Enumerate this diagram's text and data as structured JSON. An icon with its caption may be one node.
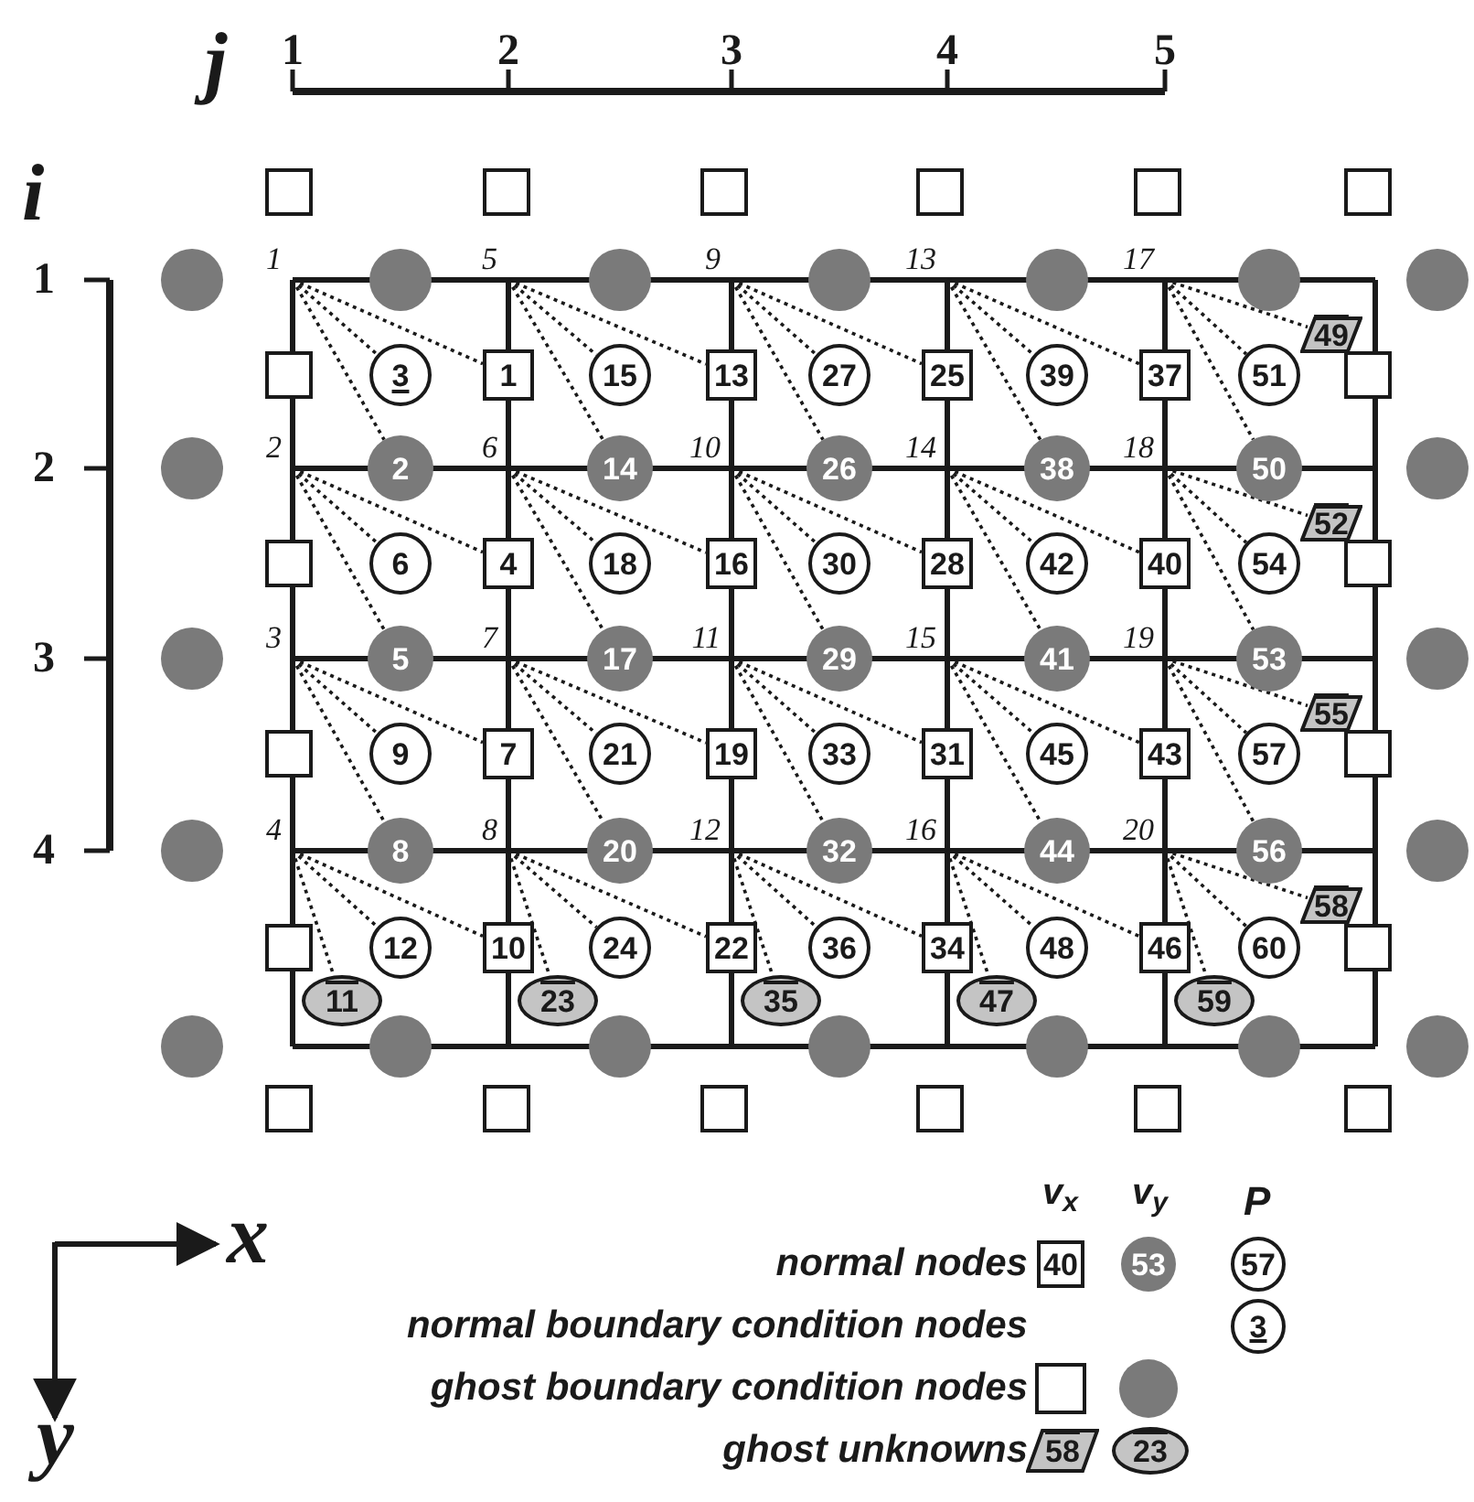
{
  "diagram": {
    "nodes": [
      {
        "text": [
          "1"
        ]
      },
      {
        "text": [
          "2"
        ]
      },
      {
        "text": [
          "3"
        ]
      },
      {
        "text": [
          "4"
        ]
      },
      {
        "text": [
          "5"
        ]
      },
      {
        "text": [
          "6"
        ]
      },
      {
        "text": [
          "7"
        ]
      },
      {
        "text": [
          "8"
        ]
      },
      {
        "text": [
          "9"
        ]
      },
      {
        "text": [
          "10"
        ]
      },
      {
        "text": [
          "11"
        ]
      },
      {
        "text": [
          "12"
        ]
      },
      {
        "text": [
          "13"
        ]
      },
      {
        "text": [
          "14"
        ]
      },
      {
        "text": [
          "15"
        ]
      },
      {
        "text": [
          "16"
        ]
      },
      {
        "text": [
          "17"
        ]
      },
      {
        "text": [
          "18"
        ]
      },
      {
        "text": [
          "19"
        ]
      },
      {
        "text": [
          "20"
        ]
      },
      {
        "text": [
          "1"
        ]
      },
      {
        "text": [
          "2"
        ]
      },
      {
        "text": [
          "3"
        ]
      },
      {
        "text": [
          "4"
        ]
      },
      {
        "text": [
          "5"
        ]
      },
      {
        "text": [
          "6"
        ]
      },
      {
        "text": [
          "7"
        ]
      },
      {
        "text": [
          "8"
        ]
      },
      {
        "text": [
          "9"
        ]
      },
      {
        "text": [
          "10"
        ]
      },
      {
        "text": [
          "11"
        ]
      },
      {
        "text": [
          "12"
        ]
      },
      {
        "text": [
          "13"
        ]
      },
      {
        "text": [
          "14"
        ]
      },
      {
        "text": [
          "15"
        ]
      },
      {
        "text": [
          "16"
        ]
      },
      {
        "text": [
          "17"
        ]
      },
      {
        "text": [
          "18"
        ]
      },
      {
        "text": [
          "19"
        ]
      },
      {
        "text": [
          "20"
        ]
      },
      {
        "text": [
          "21"
        ]
      },
      {
        "text": [
          "22"
        ]
      },
      {
        "text": [
          "23"
        ]
      },
      {
        "text": [
          "24"
        ]
      },
      {
        "text": [
          "25"
        ]
      },
      {
        "text": [
          "26"
        ]
      },
      {
        "text": [
          "27"
        ]
      },
      {
        "text": [
          "28"
        ]
      },
      {
        "text": [
          "29"
        ]
      },
      {
        "text": [
          "30"
        ]
      },
      {
        "text": [
          "31"
        ]
      },
      {
        "text": [
          "32"
        ]
      },
      {
        "text": [
          "33"
        ]
      },
      {
        "text": [
          "34"
        ]
      },
      {
        "text": [
          "35"
        ]
      },
      {
        "text": [
          "36"
        ]
      },
      {
        "text": [
          "37"
        ]
      },
      {
        "text": [
          "38"
        ]
      },
      {
        "text": [
          "39"
        ]
      },
      {
        "text": [
          "40"
        ]
      },
      {
        "text": [
          "41"
        ]
      },
      {
        "text": [
          "42"
        ]
      },
      {
        "text": [
          "43"
        ]
      },
      {
        "text": [
          "44"
        ]
      },
      {
        "text": [
          "45"
        ]
      },
      {
        "text": [
          "46"
        ]
      },
      {
        "text": [
          "47"
        ]
      },
      {
        "text": [
          "48"
        ]
      },
      {
        "text": [
          "49"
        ]
      },
      {
        "text": [
          "50"
        ]
      },
      {
        "text": [
          "51"
        ]
      },
      {
        "text": [
          "52"
        ]
      },
      {
        "text": [
          "53"
        ]
      },
      {
        "text": [
          "54"
        ]
      },
      {
        "text": [
          "55"
        ]
      },
      {
        "text": [
          "56"
        ]
      },
      {
        "text": [
          "57"
        ]
      },
      {
        "text": [
          "58"
        ]
      },
      {
        "text": [
          "59"
        ]
      },
      {
        "text": [
          "60"
        ]
      },
      {
        "text": [],
        "shape": "box"
      },
      {
        "text": [],
        "shape": "box"
      },
      {
        "text": [],
        "shape": "box"
      },
      {
        "text": [],
        "shape": "box"
      },
      {
        "text": [],
        "shape": "box"
      },
      {
        "text": [],
        "shape": "box"
      },
      {
        "text": [],
        "shape": "box"
      },
      {
        "text": [],
        "shape": "box"
      },
      {
        "text": [],
        "shape": "box"
      },
      {
        "text": [],
        "shape": "box"
      },
      {
        "text": [],
        "shape": "box"
      },
      {
        "text": [],
        "shape": "box"
      },
      {
        "text": [],
        "shape": "box"
      },
      {
        "text": [],
        "shape": "box"
      },
      {
        "text": [],
        "shape": "box"
      },
      {
        "text": [],
        "shape": "box"
      },
      {
        "text": [],
        "shape": "box"
      },
      {
        "text": [],
        "shape": "box"
      },
      {
        "text": [],
        "shape": "box"
      },
      {
        "text": [],
        "shape": "box"
      },
      {
        "text": [],
        "shape": "circle"
      },
      {
        "text": [],
        "shape": "circle"
      },
      {
        "text": [],
        "shape": "circle"
      },
      {
        "text": [],
        "shape": "circle"
      },
      {
        "text": [],
        "shape": "circle"
      },
      {
        "text": [],
        "shape": "circle"
      },
      {
        "text": [],
        "shape": "circle"
      },
      {
        "text": [],
        "shape": "circle"
      },
      {
        "text": [],
        "shape": "circle"
      },
      {
        "text": [],
        "shape": "circle"
      },
      {
        "text": [],
        "shape": "circle"
      },
      {
        "text": [],
        "shape": "circle"
      },
      {
        "text": [],
        "shape": "circle"
      },
      {
        "text": [],
        "shape": "circle"
      },
      {
        "text": [],
        "shape": "circle"
      },
      {
        "text": [],
        "shape": "circle"
      },
      {
        "text": [],
        "shape": "circle"
      },
      {
        "text": [],
        "shape": "circle"
      },
      {
        "text": [],
        "shape": "circle"
      },
      {
        "text": [],
        "shape": "circle"
      }
    ],
    "edges": [
      {
        "from": 0,
        "to": 20,
        "arrow": "none",
        "style": "dashed"
      },
      {
        "from": 0,
        "to": 21,
        "arrow": "none",
        "style": "dashed"
      },
      {
        "from": 0,
        "to": 22,
        "arrow": "none",
        "style": "dashed"
      },
      {
        "from": 1,
        "to": 23,
        "arrow": "none",
        "style": "dashed"
      },
      {
        "from": 1,
        "to": 24,
        "arrow": "none",
        "style": "dashed"
      },
      {
        "from": 1,
        "to": 25,
        "arrow": "none",
        "style": "dashed"
      },
      {
        "from": 2,
        "to": 26,
        "arrow": "none",
        "style": "dashed"
      },
      {
        "from": 2,
        "to": 27,
        "arrow": "none",
        "style": "dashed"
      },
      {
        "from": 2,
        "to": 28,
        "arrow": "none",
        "style": "dashed"
      },
      {
        "from": 3,
        "to": 29,
        "arrow": "none",
        "style": "dashed"
      },
      {
        "from": 3,
        "to": 30,
        "arrow": "none",
        "style": "dashed"
      },
      {
        "from": 3,
        "to": 31,
        "arrow": "none",
        "style": "dashed"
      },
      {
        "from": 4,
        "to": 32,
        "arrow": "none",
        "style": "dashed"
      },
      {
        "from": 4,
        "to": 33,
        "arrow": "none",
        "style": "dashed"
      },
      {
        "from": 4,
        "to": 34,
        "arrow": "none",
        "style": "dashed"
      },
      {
        "from": 5,
        "to": 35,
        "arrow": "none",
        "style": "dashed"
      },
      {
        "from": 5,
        "to": 36,
        "arrow": "none",
        "style": "dashed"
      },
      {
        "from": 5,
        "to": 37,
        "arrow": "none",
        "style": "dashed"
      },
      {
        "from": 6,
        "to": 38,
        "arrow": "none",
        "style": "dashed"
      },
      {
        "from": 6,
        "to": 39,
        "arrow": "none",
        "style": "dashed"
      },
      {
        "from": 6,
        "to": 40,
        "arrow": "none",
        "style": "dashed"
      },
      {
        "from": 7,
        "to": 41,
        "arrow": "none",
        "style": "dashed"
      },
      {
        "from": 7,
        "to": 42,
        "arrow": "none",
        "style": "dashed"
      },
      {
        "from": 7,
        "to": 43,
        "arrow": "none",
        "style": "dashed"
      },
      {
        "from": 8,
        "to": 44,
        "arrow": "none",
        "style": "dashed"
      },
      {
        "from": 8,
        "to": 45,
        "arrow": "none",
        "style": "dashed"
      },
      {
        "from": 8,
        "to": 46,
        "arrow": "none",
        "style": "dashed"
      },
      {
        "from": 9,
        "to": 47,
        "arrow": "none",
        "style": "dashed"
      },
      {
        "from": 9,
        "to": 48,
        "arrow": "none",
        "style": "dashed"
      },
      {
        "from": 9,
        "to": 49,
        "arrow": "none",
        "style": "dashed"
      },
      {
        "from": 10,
        "to": 50,
        "arrow": "none",
        "style": "dashed"
      },
      {
        "from": 10,
        "to": 51,
        "arrow": "none",
        "style": "dashed"
      },
      {
        "from": 10,
        "to": 52,
        "arrow": "none",
        "style": "dashed"
      },
      {
        "from": 11,
        "to": 53,
        "arrow": "none",
        "style": "dashed"
      },
      {
        "from": 11,
        "to": 54,
        "arrow": "none",
        "style": "dashed"
      },
      {
        "from": 11,
        "to": 55,
        "arrow": "none",
        "style": "dashed"
      },
      {
        "from": 12,
        "to": 56,
        "arrow": "none",
        "style": "dashed"
      },
      {
        "from": 12,
        "to": 57,
        "arrow": "none",
        "style": "dashed"
      },
      {
        "from": 12,
        "to": 58,
        "arrow": "none",
        "style": "dashed"
      },
      {
        "from": 13,
        "to": 59,
        "arrow": "none",
        "style": "dashed"
      },
      {
        "from": 13,
        "to": 60,
        "arrow": "none",
        "style": "dashed"
      },
      {
        "from": 13,
        "to": 61,
        "arrow": "none",
        "style": "dashed"
      },
      {
        "from": 14,
        "to": 62,
        "arrow": "none",
        "style": "dashed"
      },
      {
        "from": 14,
        "to": 63,
        "arrow": "none",
        "style": "dashed"
      },
      {
        "from": 14,
        "to": 64,
        "arrow": "none",
        "style": "dashed"
      },
      {
        "from": 15,
        "to": 65,
        "arrow": "none",
        "style": "dashed"
      },
      {
        "from": 15,
        "to": 66,
        "arrow": "none",
        "style": "dashed"
      },
      {
        "from": 15,
        "to": 67,
        "arrow": "none",
        "style": "dashed"
      },
      {
        "from": 16,
        "to": 68,
        "arrow": "none",
        "style": "dashed"
      },
      {
        "from": 16,
        "to": 69,
        "arrow": "none",
        "style": "dashed"
      },
      {
        "from": 16,
        "to": 70,
        "arrow": "none",
        "style": "dashed"
      },
      {
        "from": 17,
        "to": 71,
        "arrow": "none",
        "style": "dashed"
      },
      {
        "from": 17,
        "to": 72,
        "arrow": "none",
        "style": "dashed"
      },
      {
        "from": 17,
        "to": 73,
        "arrow": "none",
        "style": "dashed"
      },
      {
        "from": 18,
        "to": 74,
        "arrow": "none",
        "style": "dashed"
      },
      {
        "from": 18,
        "to": 75,
        "arrow": "none",
        "style": "dashed"
      },
      {
        "from": 18,
        "to": 76,
        "arrow": "none",
        "style": "dashed"
      },
      {
        "from": 19,
        "to": 77,
        "arrow": "none",
        "style": "dashed"
      },
      {
        "from": 19,
        "to": 78,
        "arrow": "none",
        "style": "dashed"
      },
      {
        "from": 19,
        "to": 79,
        "arrow": "none",
        "style": "dashed"
      }
    ],
    "labels": [
      "j",
      "1",
      "2",
      "3",
      "4",
      "5",
      "i",
      "1",
      "2",
      "3",
      "4",
      "x",
      "y",
      "v$_{x}$",
      "v$_{y}$",
      "P",
      "40",
      "53",
      "57",
      "3",
      "58",
      "23"
    ],
    "legend": [
      {
        "text": "normal nodes"
      },
      {
        "text": "normal boundary condition nodes"
      },
      {
        "text": "ghost boundary condition nodes"
      },
      {
        "text": "ghost unknowns"
      }
    ]
  }
}
